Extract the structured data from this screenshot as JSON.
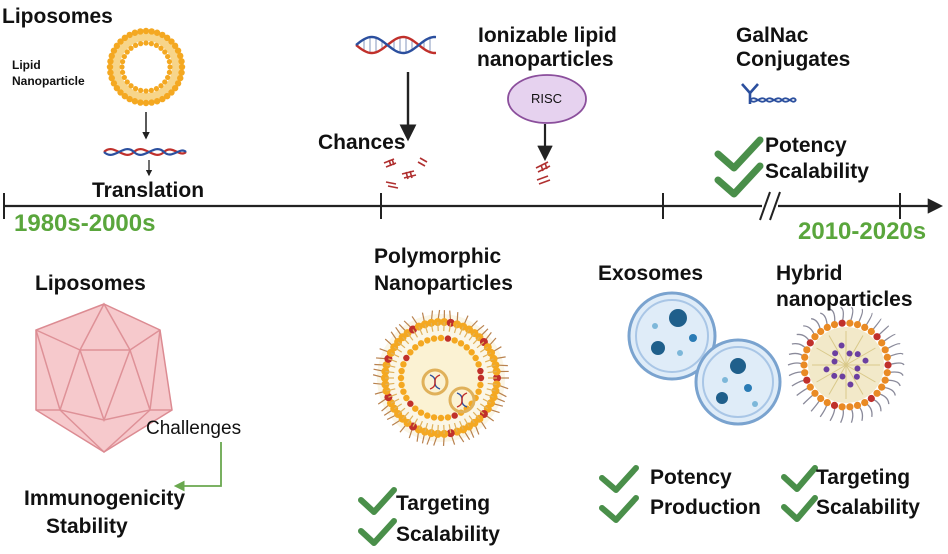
{
  "timeline": {
    "start_label": "1980s-2000s",
    "end_label": "2010-2020s"
  },
  "top": {
    "liposomes": {
      "title": "Liposomes",
      "lipid_label_1": "Lipid",
      "lipid_label_2": "Nanoparticle",
      "translation": "Translation"
    },
    "chances": {
      "label": "Chances"
    },
    "ionizable": {
      "title_1": "Ionizable lipid",
      "title_2": "nanoparticles",
      "risc": "RISC"
    },
    "galnac": {
      "title_1": "GalNac",
      "title_2": "Conjugates",
      "benefits": [
        "Potency",
        "Scalability"
      ]
    }
  },
  "bottom": {
    "liposomes": {
      "title": "Liposomes",
      "challenges": "Challenges",
      "issues": [
        "Immunogenicity",
        "Stability"
      ]
    },
    "polymorphic": {
      "title_1": "Polymorphic",
      "title_2": "Nanoparticles",
      "benefits": [
        "Targeting",
        "Scalability"
      ]
    },
    "exosomes": {
      "title": "Exosomes",
      "benefits": [
        "Potency",
        "Production"
      ]
    },
    "hybrid": {
      "title_1": "Hybrid",
      "title_2": "nanoparticles",
      "benefits": [
        "Targeting",
        "Scalability"
      ]
    }
  },
  "colors": {
    "green": "#5aa63c",
    "check": "#4a8f4a",
    "lipid": "#f4a821",
    "dna_red": "#c0302b",
    "dna_blue": "#2b4f9e",
    "risc": "#e6d2ef",
    "icosahedron": "#f6c9cc",
    "exosome": "#cfe3f3",
    "hybrid_core": "#f2e9c9"
  }
}
